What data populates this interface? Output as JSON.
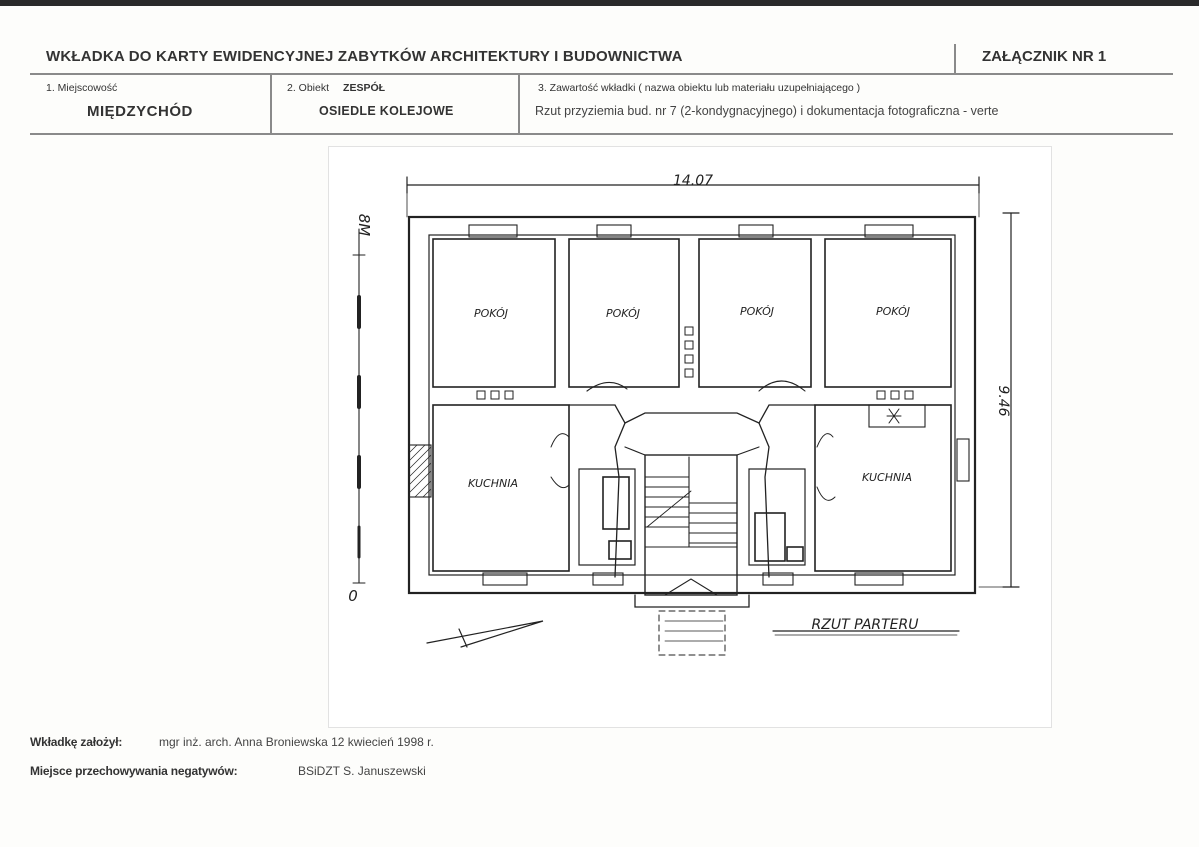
{
  "header": {
    "title": "WKŁADKA DO KARTY EWIDENCYJNEJ ZABYTKÓW ARCHITEKTURY I BUDOWNICTWA",
    "annex": "ZAŁĄCZNIK NR 1"
  },
  "fields": {
    "locality": {
      "label": "1. Miejscowość",
      "value": "MIĘDZYCHÓD"
    },
    "object": {
      "label": "2. Obiekt",
      "type": "ZESPÓŁ",
      "value": "OSIEDLE KOLEJOWE"
    },
    "content": {
      "label": "3. Zawartość wkładki ( nazwa obiektu lub materiału uzupełniającego )",
      "value": "Rzut przyziemia bud. nr 7 (2-kondygnacyjnego) i dokumentacja fotograficzna - verte"
    }
  },
  "plan": {
    "dim_width": "14.07",
    "dim_height": "9.46",
    "scale_top": "8M",
    "scale_bottom": "0",
    "rooms": {
      "pokoj_1": "POKÓJ",
      "pokoj_2": "POKÓJ",
      "pokoj_3": "POKÓJ",
      "pokoj_4": "POKÓJ",
      "kuchnia_left": "KUCHNIA",
      "kuchnia_right": "KUCHNIA"
    },
    "caption": "RZUT PARTERU"
  },
  "footer": {
    "author_label": "Wkładkę założył:",
    "author_value": "mgr inż. arch. Anna Broniewska 12 kwiecień 1998 r.",
    "negatives_label": "Miejsce przechowywania negatywów:",
    "negatives_value": "BSiDZT S. Januszewski"
  }
}
